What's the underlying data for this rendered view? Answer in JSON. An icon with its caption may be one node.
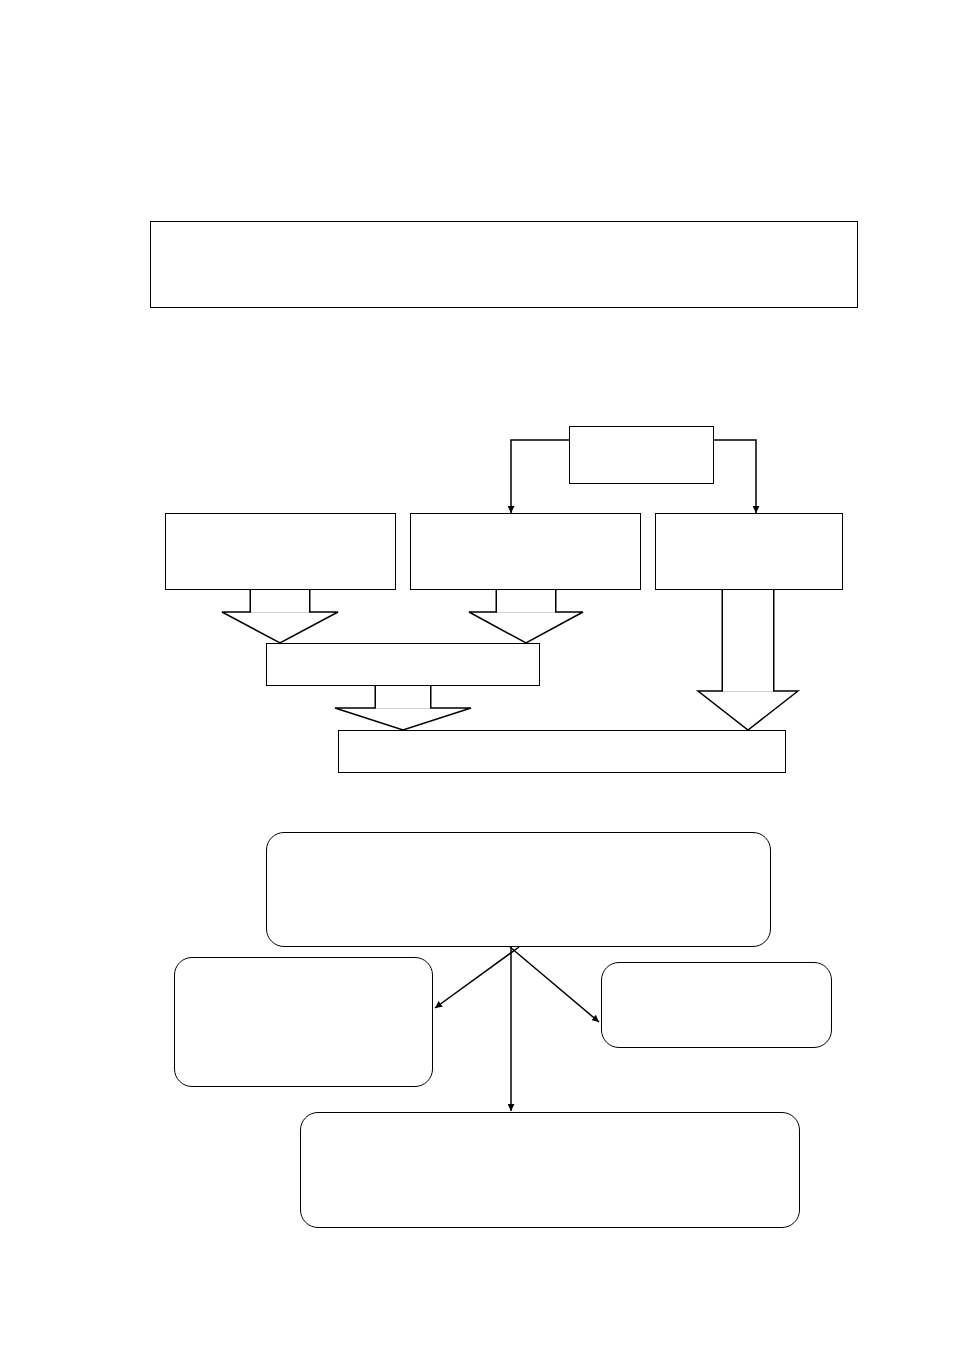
{
  "diagram": {
    "nodes": [
      {
        "text": [],
        "shape": "box"
      },
      {
        "text": [],
        "shape": "box"
      },
      {
        "text": [],
        "shape": "box"
      },
      {
        "text": [],
        "shape": "box"
      },
      {
        "text": [],
        "shape": "box"
      },
      {
        "text": [],
        "shape": "box"
      },
      {
        "text": [],
        "shape": "box"
      },
      {
        "text": [],
        "shape": "box"
      },
      {
        "text": [],
        "shape": "box"
      },
      {
        "text": [],
        "shape": "box"
      },
      {
        "text": [],
        "shape": "box"
      }
    ],
    "edges": [
      {
        "from": 1,
        "to": 3,
        "arrow": "to"
      },
      {
        "from": 1,
        "to": 4,
        "arrow": "to"
      },
      {
        "from": 2,
        "to": 5,
        "arrow": "to",
        "style": "thick"
      },
      {
        "from": 3,
        "to": 5,
        "arrow": "to",
        "style": "thick"
      },
      {
        "from": 4,
        "to": 6,
        "arrow": "to",
        "style": "thick"
      },
      {
        "from": 5,
        "to": 6,
        "arrow": "to",
        "style": "thick"
      },
      {
        "from": 7,
        "to": 8,
        "arrow": "to"
      },
      {
        "from": 7,
        "to": 9,
        "arrow": "to"
      },
      {
        "from": 7,
        "to": 10,
        "arrow": "to"
      }
    ]
  }
}
